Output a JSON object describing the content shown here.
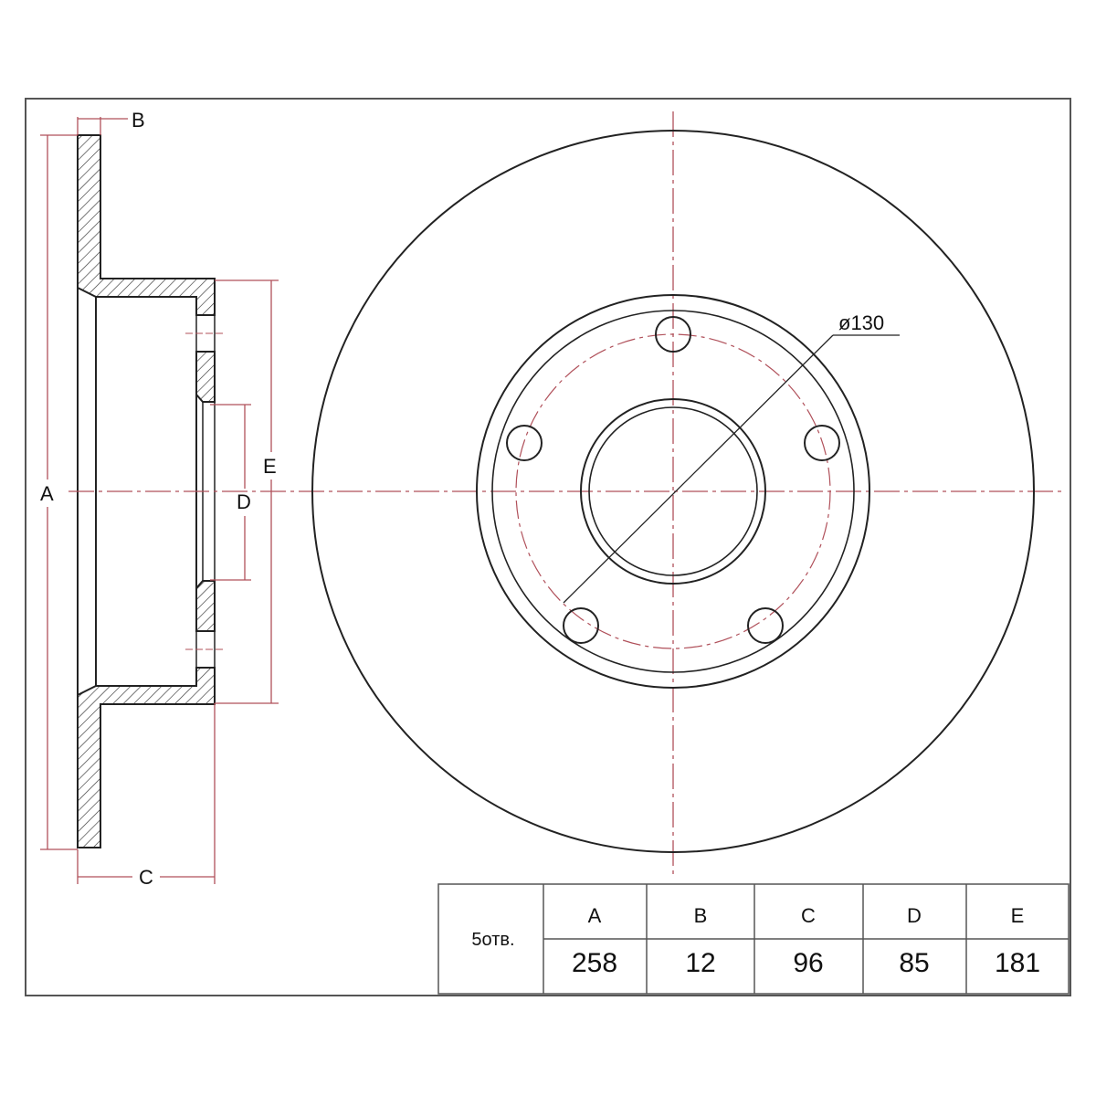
{
  "drawing": {
    "labels": {
      "A": "A",
      "B": "B",
      "C": "C",
      "D": "D",
      "E": "E"
    },
    "bolt_circle_label": "ø130",
    "colors": {
      "line": "#222222",
      "dimension": "#b0505a",
      "frame": "#555555"
    }
  },
  "table": {
    "row_label": "5отв.",
    "headers": [
      "A",
      "B",
      "C",
      "D",
      "E"
    ],
    "values": [
      "258",
      "12",
      "96",
      "85",
      "181"
    ]
  }
}
